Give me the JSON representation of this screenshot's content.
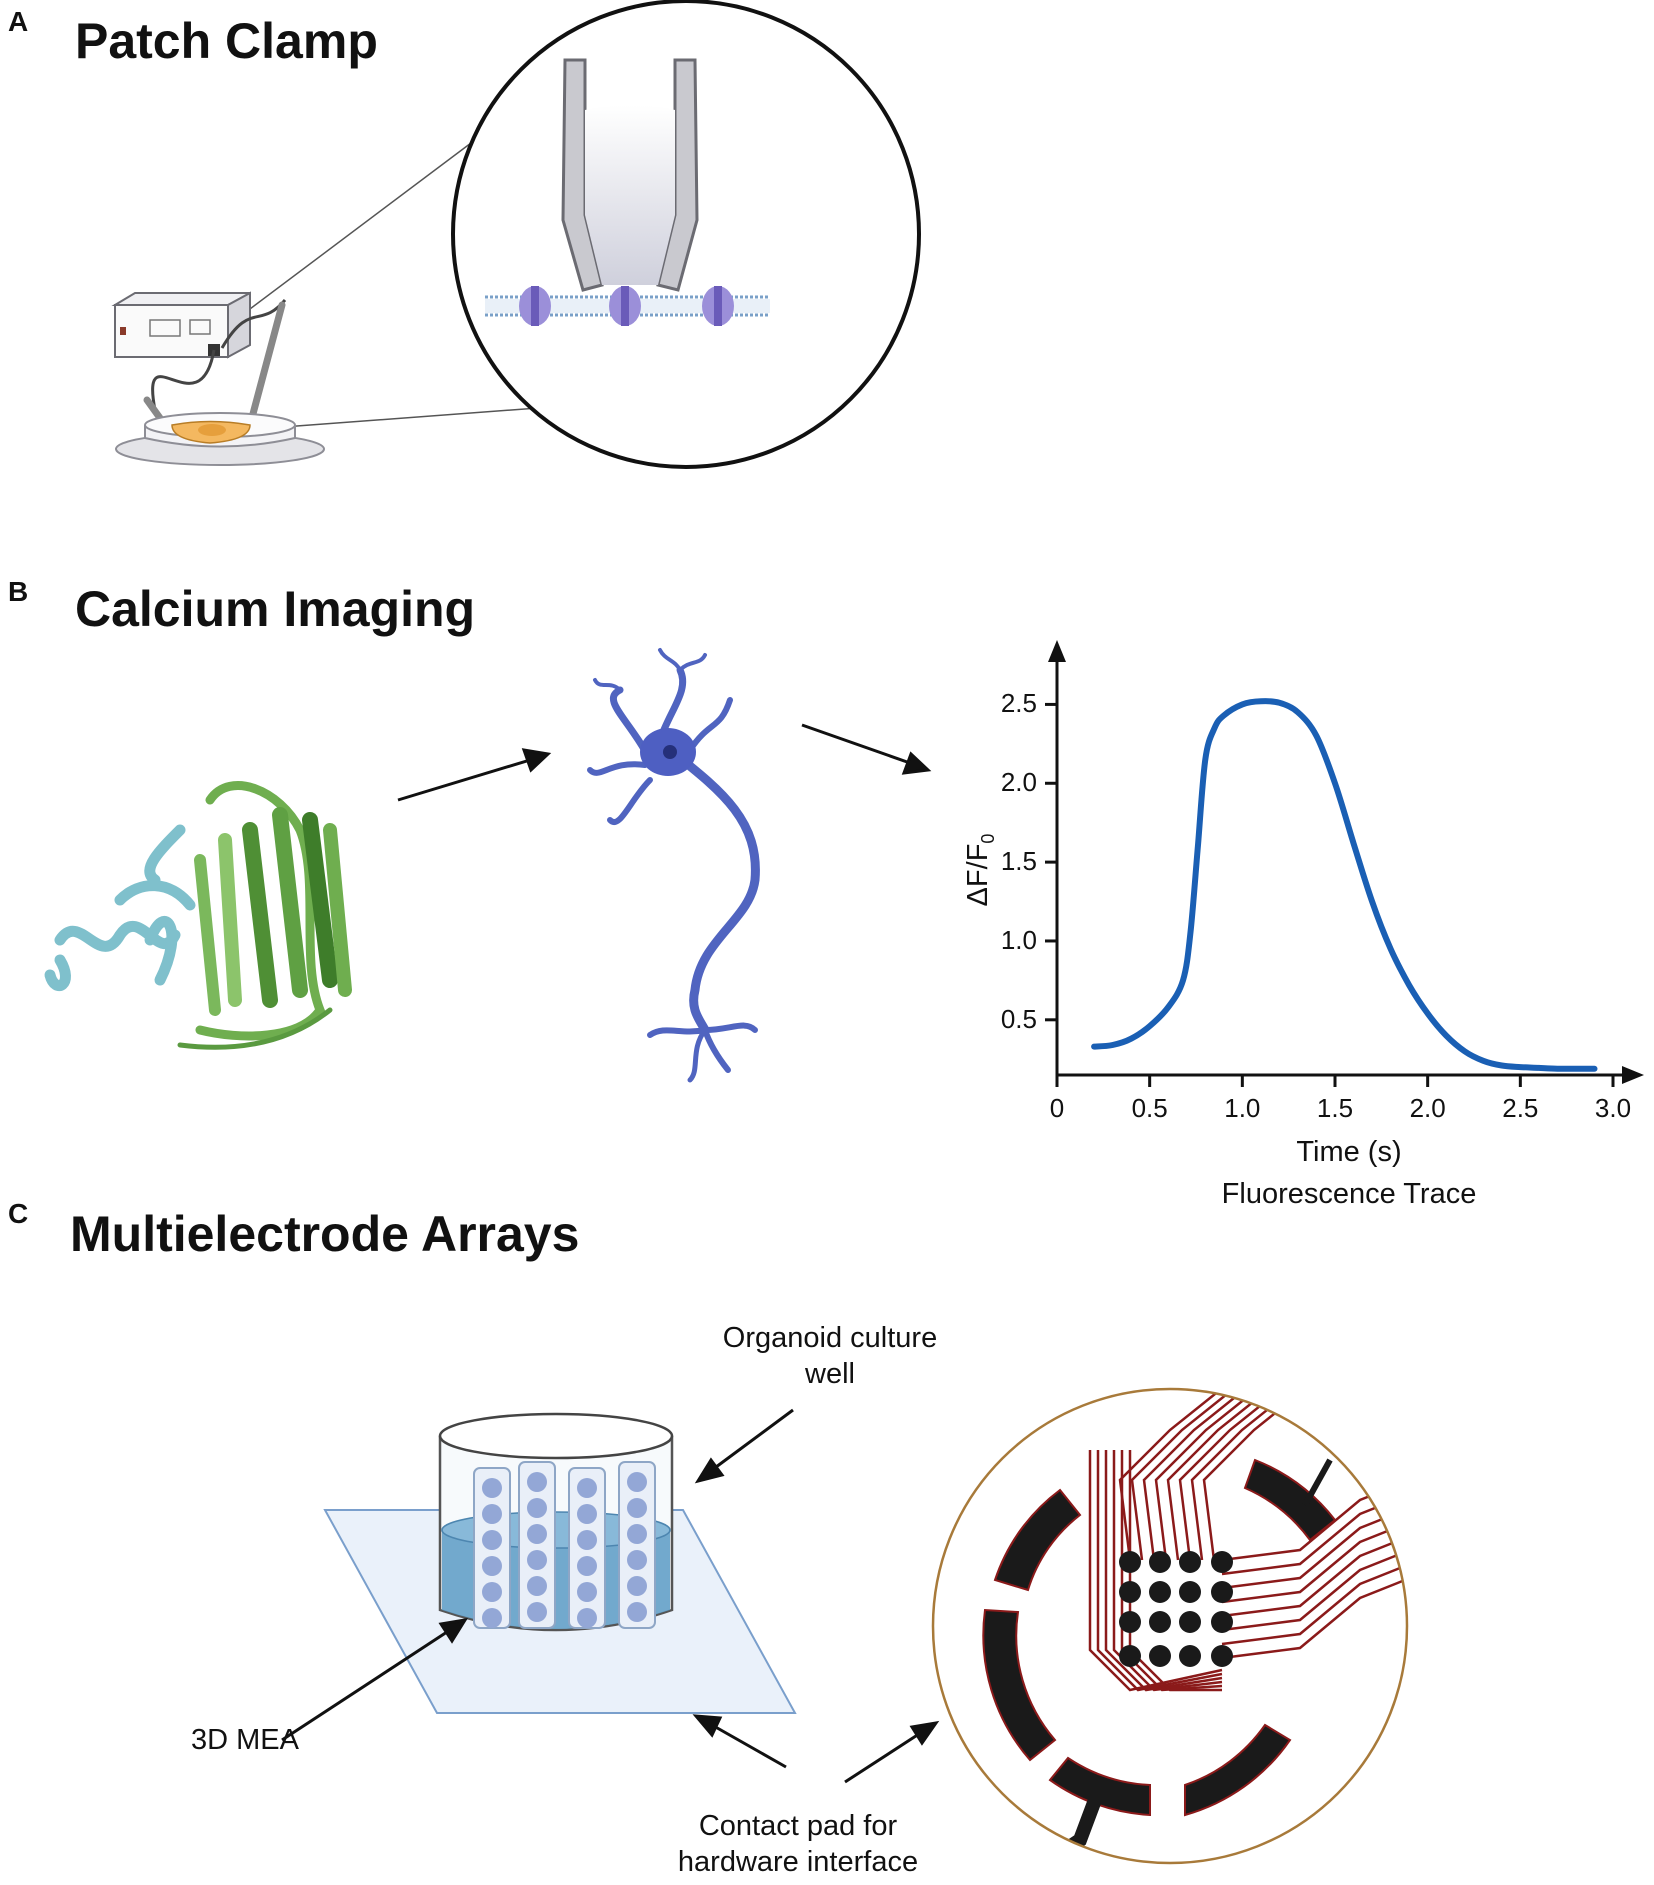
{
  "panels": {
    "a": {
      "letter": "A",
      "title": "Patch Clamp"
    },
    "b": {
      "letter": "B",
      "title": "Calcium Imaging"
    },
    "c": {
      "letter": "C",
      "title": "Multielectrode Arrays"
    }
  },
  "chart_data": {
    "type": "line",
    "title": "Fluorescence Trace",
    "xlabel": "Time (s)",
    "ylabel_main": "ΔF/F",
    "ylabel_sub": "0",
    "xlim": [
      0,
      3.0
    ],
    "ylim": [
      0.15,
      2.75
    ],
    "x_ticks": [
      "0",
      "0.5",
      "1.0",
      "1.5",
      "2.0",
      "2.5",
      "3.0"
    ],
    "y_ticks": [
      "0.5",
      "1.0",
      "1.5",
      "2.0",
      "2.5"
    ],
    "grid": false,
    "series": [
      {
        "color": "#1a5fb4",
        "x": [
          0.2,
          0.3,
          0.4,
          0.5,
          0.6,
          0.68,
          0.72,
          0.76,
          0.8,
          0.85,
          0.9,
          1.0,
          1.1,
          1.2,
          1.3,
          1.4,
          1.5,
          1.6,
          1.7,
          1.8,
          1.9,
          2.0,
          2.1,
          2.2,
          2.3,
          2.4,
          2.5,
          2.6,
          2.7,
          2.8,
          2.9
        ],
        "y": [
          0.33,
          0.34,
          0.38,
          0.46,
          0.58,
          0.75,
          1.05,
          1.6,
          2.15,
          2.35,
          2.43,
          2.5,
          2.52,
          2.51,
          2.45,
          2.3,
          2.0,
          1.62,
          1.25,
          0.95,
          0.72,
          0.54,
          0.4,
          0.3,
          0.24,
          0.21,
          0.2,
          0.195,
          0.19,
          0.19,
          0.19
        ]
      }
    ]
  },
  "mea_labels": {
    "well_line1": "Organoid culture",
    "well_line2": "well",
    "mea": "3D MEA",
    "pad_line1": "Contact pad for",
    "pad_line2": "hardware interface"
  }
}
